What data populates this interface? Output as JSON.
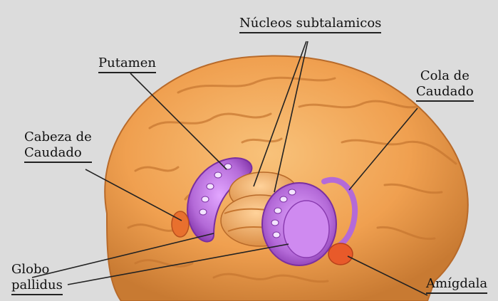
{
  "labels": {
    "nucleos": "Núcleos subtalamicos",
    "putamen": "Putamen",
    "cola_line1": "Cola de",
    "cola_line2": "Caudado",
    "cabeza_line1": "Cabeza de",
    "cabeza_line2": "Caudado",
    "globo_line1": "Globo",
    "globo_line2": "pallidus",
    "amigdala": "Amígdala"
  },
  "colors": {
    "background": "#dcdcdc",
    "brain": "#f0a050",
    "brain_shadow": "#c87a32",
    "basal_ganglia": "#b46ad8",
    "amygdala": "#e85a2a",
    "leader_line": "#222222"
  }
}
